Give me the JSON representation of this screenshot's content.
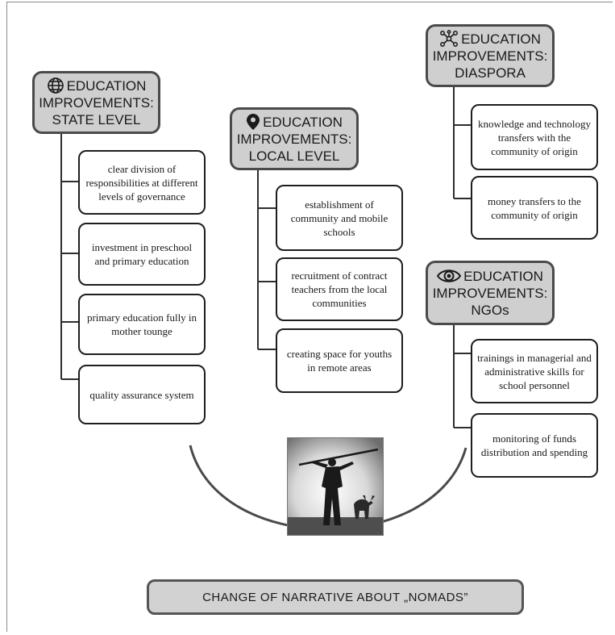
{
  "groups": {
    "state": {
      "title_l1": "EDUCATION",
      "title_l2": "IMPROVEMENTS:",
      "title_l3": "STATE LEVEL",
      "icon": "globe-icon",
      "items": [
        "clear division of responsibilities at different levels of governance",
        "investment in preschool and primary education",
        "primary education fully in mother tounge",
        "quality assurance system"
      ]
    },
    "local": {
      "title_l1": "EDUCATION",
      "title_l2": "IMPROVEMENTS:",
      "title_l3": "LOCAL LEVEL",
      "icon": "location-pin-icon",
      "items": [
        "establishment of community and mobile schools",
        "recruitment of contract teachers from the local communities",
        "creating space for youths in remote areas"
      ]
    },
    "diaspora": {
      "title_l1": "EDUCATION",
      "title_l2": "IMPROVEMENTS:",
      "title_l3": "DIASPORA",
      "icon": "network-icon",
      "items": [
        "knowledge and technology transfers with the community of origin",
        "money transfers to the community of origin"
      ]
    },
    "ngos": {
      "title_l1": "EDUCATION",
      "title_l2": "IMPROVEMENTS:",
      "title_l3": "NGOs",
      "icon": "eye-icon",
      "items": [
        "trainings in managerial and administrative skills for school personnel",
        "monitoring of funds distribution and spending"
      ]
    }
  },
  "bottom_label": "CHANGE OF NARRATIVE ABOUT „NOMADS”",
  "photo": "nomad-herder-silhouette-photo",
  "colors": {
    "header_fill": "#cfcfcf",
    "header_border": "#4a4a4a",
    "line": "#3a3a3a"
  }
}
